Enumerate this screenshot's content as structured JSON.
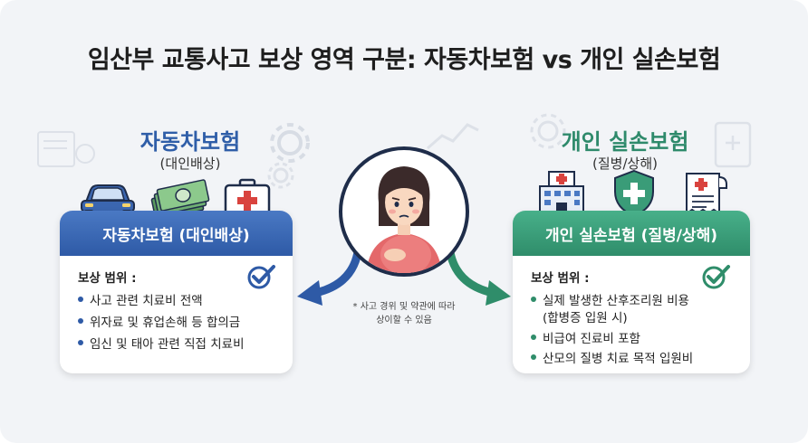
{
  "title": "임산부 교통사고 보상 영역 구분: 자동차보험 vs 개인 실손보험",
  "left": {
    "title": "자동차보험",
    "subtitle": "(대인배상)",
    "card_header": "자동차보험 (대인배상)",
    "scope_label": "보상 범위 :",
    "items": [
      "사고 관련 치료비 전액",
      "위자료 및 휴업손해 등 합의금",
      "임신 및 태아 관련 직접 치료비"
    ],
    "color": "#2e5aa6"
  },
  "right": {
    "title": "개인 실손보험",
    "subtitle": "(질병/상해)",
    "card_header": "개인 실손보험 (질병/상해)",
    "scope_label": "보상 범위 :",
    "items": [
      "실제 발생한 산후조리원 비용",
      "(합병증 입원 시)",
      "비급여 진료비 포함",
      "산모의 질병 치료 목적 입원비"
    ],
    "color": "#2f8d6a"
  },
  "note": [
    "* 사고 경위 및 약관에 따라",
    "상이할 수 있음"
  ],
  "icons": {
    "left": [
      "car-icon",
      "money-icon",
      "first-aid-kit-icon"
    ],
    "right": [
      "hospital-icon",
      "shield-cross-icon",
      "receipt-icon"
    ],
    "center": "pregnant-woman-icon",
    "checks": [
      "check-icon",
      "check-icon"
    ]
  }
}
